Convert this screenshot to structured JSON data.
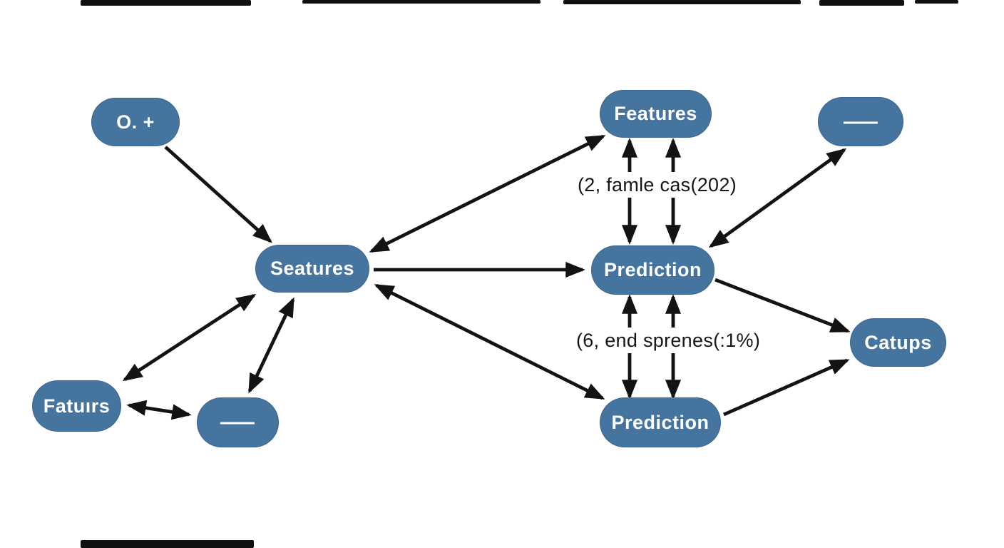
{
  "diagram": {
    "background_color": "#ffffff",
    "node_fill_color": "#45749f",
    "node_text_color": "#ffffff",
    "arrow_color": "#131313",
    "edge_label_text_color": "#161616",
    "nodes": [
      {
        "id": "o-plus",
        "label": "O. +"
      },
      {
        "id": "features",
        "label": "Features"
      },
      {
        "id": "minus-top-right",
        "label": "—"
      },
      {
        "id": "seatures",
        "label": "Seatures"
      },
      {
        "id": "prediction-middle",
        "label": "Prediction"
      },
      {
        "id": "catups",
        "label": "Catups"
      },
      {
        "id": "faturs",
        "label": "Fatuırs"
      },
      {
        "id": "minus-bottom",
        "label": "—"
      },
      {
        "id": "prediction-bottom",
        "label": "Prediction"
      }
    ],
    "edge_labels": [
      {
        "id": "features-prediction-label",
        "text": "(2, famle cas(202)"
      },
      {
        "id": "prediction-prediction-label",
        "text": "(6, end sprenes(:1%)"
      }
    ]
  }
}
